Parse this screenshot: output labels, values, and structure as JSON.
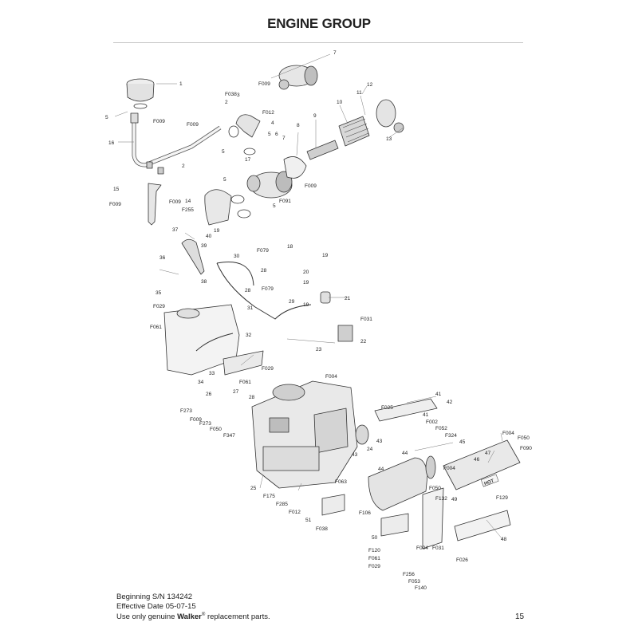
{
  "title": "ENGINE GROUP",
  "footer": {
    "serial": "Beginning S/N 134242",
    "effective": "Effective Date 05-07-15",
    "notice_prefix": "Use only genuine",
    "brand": "Walker",
    "registered": "®",
    "notice_suffix": "replacement parts."
  },
  "page_number": "15",
  "callouts": [
    {
      "id": "c1",
      "text": "1"
    },
    {
      "id": "c5a",
      "text": "5"
    },
    {
      "id": "c16",
      "text": "16"
    },
    {
      "id": "c2a",
      "text": "2"
    },
    {
      "id": "c15",
      "text": "15"
    },
    {
      "id": "cf009a",
      "text": "F009"
    },
    {
      "id": "cf009b",
      "text": "F009"
    },
    {
      "id": "cf009c",
      "text": "F009"
    },
    {
      "id": "cf255",
      "text": "F255"
    },
    {
      "id": "cf009d",
      "text": "F009"
    },
    {
      "id": "cf038a",
      "text": "F038"
    },
    {
      "id": "c2b",
      "text": "2"
    },
    {
      "id": "c3",
      "text": "3"
    },
    {
      "id": "cf009e",
      "text": "F009"
    },
    {
      "id": "cf012a",
      "text": "F012"
    },
    {
      "id": "c4",
      "text": "4"
    },
    {
      "id": "c5b",
      "text": "5"
    },
    {
      "id": "c6",
      "text": "6"
    },
    {
      "id": "c5c",
      "text": "5"
    },
    {
      "id": "c7a",
      "text": "7"
    },
    {
      "id": "c17",
      "text": "17"
    },
    {
      "id": "c8",
      "text": "8"
    },
    {
      "id": "c9",
      "text": "9"
    },
    {
      "id": "c10",
      "text": "10"
    },
    {
      "id": "c11",
      "text": "11"
    },
    {
      "id": "c12",
      "text": "12"
    },
    {
      "id": "c13",
      "text": "13"
    },
    {
      "id": "c7b",
      "text": "7"
    },
    {
      "id": "cf091",
      "text": "F091"
    },
    {
      "id": "cf009f",
      "text": "F009"
    },
    {
      "id": "c5d",
      "text": "5"
    },
    {
      "id": "c14",
      "text": "14"
    },
    {
      "id": "c5e",
      "text": "5"
    },
    {
      "id": "c37",
      "text": "37"
    },
    {
      "id": "c19a",
      "text": "19"
    },
    {
      "id": "c40",
      "text": "40"
    },
    {
      "id": "c39",
      "text": "39"
    },
    {
      "id": "c30",
      "text": "30"
    },
    {
      "id": "c36",
      "text": "36"
    },
    {
      "id": "c38",
      "text": "38"
    },
    {
      "id": "cf079a",
      "text": "F079"
    },
    {
      "id": "c28a",
      "text": "28"
    },
    {
      "id": "c28b",
      "text": "28"
    },
    {
      "id": "cf079b",
      "text": "F079"
    },
    {
      "id": "c18",
      "text": "18"
    },
    {
      "id": "c19b",
      "text": "19"
    },
    {
      "id": "c20",
      "text": "20"
    },
    {
      "id": "c19c",
      "text": "19"
    },
    {
      "id": "c21",
      "text": "21"
    },
    {
      "id": "c19d",
      "text": "19"
    },
    {
      "id": "c35",
      "text": "35"
    },
    {
      "id": "cf029a",
      "text": "F029"
    },
    {
      "id": "cf061a",
      "text": "F061"
    },
    {
      "id": "c31",
      "text": "31"
    },
    {
      "id": "c29",
      "text": "29"
    },
    {
      "id": "cf031a",
      "text": "F031"
    },
    {
      "id": "c22",
      "text": "22"
    },
    {
      "id": "c32",
      "text": "32"
    },
    {
      "id": "c23",
      "text": "23"
    },
    {
      "id": "c33",
      "text": "33"
    },
    {
      "id": "c34",
      "text": "34"
    },
    {
      "id": "cf029b",
      "text": "F029"
    },
    {
      "id": "cf004a",
      "text": "F004"
    },
    {
      "id": "cf061b",
      "text": "F061"
    },
    {
      "id": "c26",
      "text": "26"
    },
    {
      "id": "c27",
      "text": "27"
    },
    {
      "id": "c28c",
      "text": "28"
    },
    {
      "id": "cf273a",
      "text": "F273"
    },
    {
      "id": "cf009g",
      "text": "F009"
    },
    {
      "id": "cf273b",
      "text": "F273"
    },
    {
      "id": "cf050a",
      "text": "F050"
    },
    {
      "id": "cf347",
      "text": "F347"
    },
    {
      "id": "c41a",
      "text": "41"
    },
    {
      "id": "cf025",
      "text": "F025"
    },
    {
      "id": "c42",
      "text": "42"
    },
    {
      "id": "c41b",
      "text": "41"
    },
    {
      "id": "cf002",
      "text": "F002"
    },
    {
      "id": "cf052",
      "text": "F052"
    },
    {
      "id": "cf324",
      "text": "F324"
    },
    {
      "id": "c43a",
      "text": "43"
    },
    {
      "id": "c24",
      "text": "24"
    },
    {
      "id": "c44a",
      "text": "44"
    },
    {
      "id": "c45",
      "text": "45"
    },
    {
      "id": "cf004b",
      "text": "F004"
    },
    {
      "id": "cf050b",
      "text": "F050"
    },
    {
      "id": "cf090",
      "text": "F090"
    },
    {
      "id": "c46",
      "text": "46"
    },
    {
      "id": "c47",
      "text": "47"
    },
    {
      "id": "c43b",
      "text": "43"
    },
    {
      "id": "c44b",
      "text": "44"
    },
    {
      "id": "cf004c",
      "text": "F004"
    },
    {
      "id": "c25",
      "text": "25"
    },
    {
      "id": "cf175",
      "text": "F175"
    },
    {
      "id": "cf285",
      "text": "F285"
    },
    {
      "id": "cf012b",
      "text": "F012"
    },
    {
      "id": "cf063",
      "text": "F063"
    },
    {
      "id": "cf050c",
      "text": "F050"
    },
    {
      "id": "c51",
      "text": "51"
    },
    {
      "id": "cf106",
      "text": "F106"
    },
    {
      "id": "cf038b",
      "text": "F038"
    },
    {
      "id": "cf132",
      "text": "F132"
    },
    {
      "id": "c49",
      "text": "49"
    },
    {
      "id": "cf129",
      "text": "F129"
    },
    {
      "id": "cf031b",
      "text": "F031"
    },
    {
      "id": "c50",
      "text": "50"
    },
    {
      "id": "cf120",
      "text": "F120"
    },
    {
      "id": "cf004d",
      "text": "F004"
    },
    {
      "id": "cf061c",
      "text": "F061"
    },
    {
      "id": "cf029c",
      "text": "F029"
    },
    {
      "id": "c48",
      "text": "48"
    },
    {
      "id": "cf026",
      "text": "F026"
    },
    {
      "id": "cf256",
      "text": "F256"
    },
    {
      "id": "cf053",
      "text": "F053"
    },
    {
      "id": "cf140",
      "text": "F140"
    }
  ],
  "stamp_text": "HOT"
}
